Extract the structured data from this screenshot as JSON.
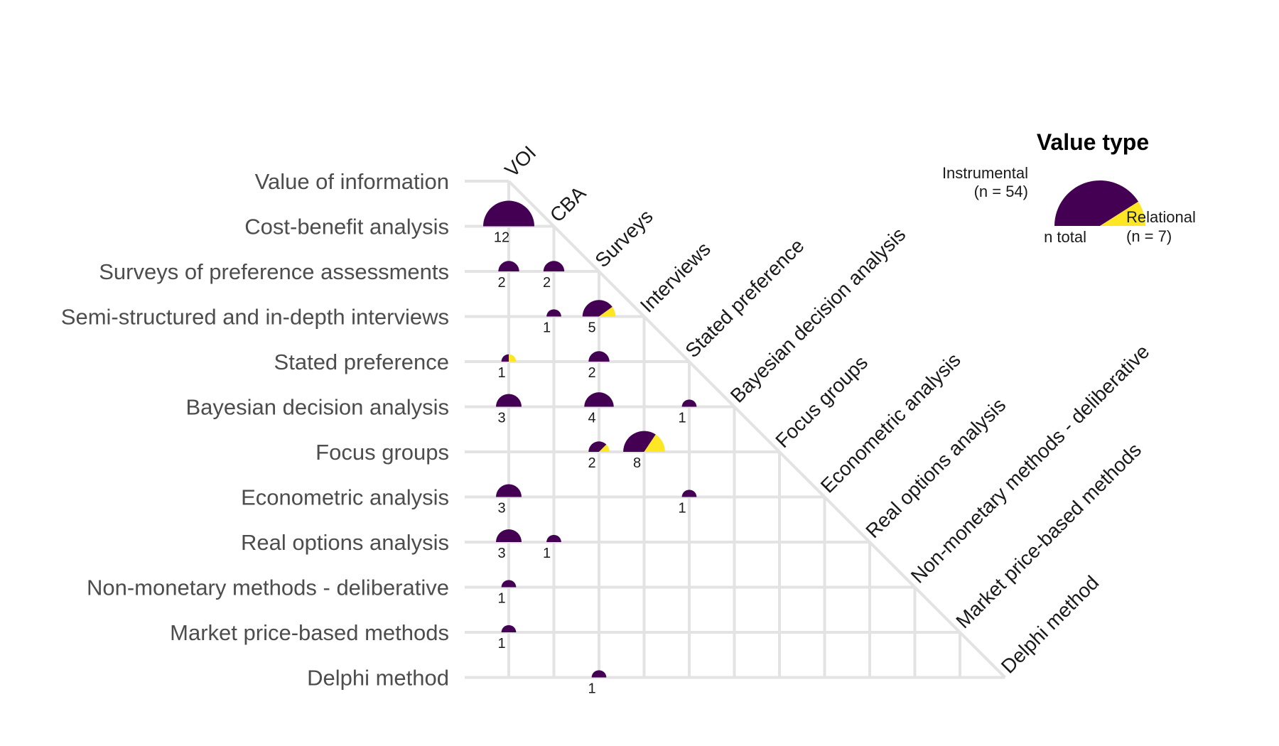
{
  "chart_data": {
    "type": "pie",
    "subtype": "lower-triangle co-occurrence matrix of half-pie glyphs",
    "rows": [
      "Value of information",
      "Cost-benefit analysis",
      "Surveys of preference assessments",
      "Semi-structured and in-depth interviews",
      "Stated preference",
      "Bayesian decision analysis",
      "Focus groups",
      "Econometric analysis",
      "Real options analysis",
      "Non-monetary methods - deliberative",
      "Market price-based methods",
      "Delphi method"
    ],
    "columns": [
      "VOI",
      "CBA",
      "Surveys",
      "Interviews",
      "Stated preference",
      "Bayesian decision analysis",
      "Focus groups",
      "Econometric analysis",
      "Real options analysis",
      "Non-monetary methods - deliberative",
      "Market price-based methods",
      "Delphi method"
    ],
    "cells": [
      {
        "row": 1,
        "col": 0,
        "total": 12,
        "instrumental": 12,
        "relational": 0
      },
      {
        "row": 2,
        "col": 0,
        "total": 2,
        "instrumental": 2,
        "relational": 0
      },
      {
        "row": 2,
        "col": 1,
        "total": 2,
        "instrumental": 2,
        "relational": 0
      },
      {
        "row": 3,
        "col": 1,
        "total": 1,
        "instrumental": 1,
        "relational": 0
      },
      {
        "row": 3,
        "col": 2,
        "total": 5,
        "instrumental": 4,
        "relational": 1
      },
      {
        "row": 4,
        "col": 0,
        "total": 1,
        "instrumental": 0.5,
        "relational": 0.5
      },
      {
        "row": 4,
        "col": 2,
        "total": 2,
        "instrumental": 2,
        "relational": 0
      },
      {
        "row": 5,
        "col": 0,
        "total": 3,
        "instrumental": 3,
        "relational": 0
      },
      {
        "row": 5,
        "col": 2,
        "total": 4,
        "instrumental": 4,
        "relational": 0
      },
      {
        "row": 5,
        "col": 4,
        "total": 1,
        "instrumental": 1,
        "relational": 0
      },
      {
        "row": 6,
        "col": 2,
        "total": 2,
        "instrumental": 1.5,
        "relational": 0.5
      },
      {
        "row": 6,
        "col": 3,
        "total": 8,
        "instrumental": 5.5,
        "relational": 2.5
      },
      {
        "row": 7,
        "col": 0,
        "total": 3,
        "instrumental": 3,
        "relational": 0
      },
      {
        "row": 7,
        "col": 4,
        "total": 1,
        "instrumental": 1,
        "relational": 0
      },
      {
        "row": 8,
        "col": 0,
        "total": 3,
        "instrumental": 3,
        "relational": 0
      },
      {
        "row": 8,
        "col": 1,
        "total": 1,
        "instrumental": 1,
        "relational": 0
      },
      {
        "row": 9,
        "col": 0,
        "total": 1,
        "instrumental": 1,
        "relational": 0
      },
      {
        "row": 10,
        "col": 0,
        "total": 1,
        "instrumental": 1,
        "relational": 0
      },
      {
        "row": 11,
        "col": 2,
        "total": 1,
        "instrumental": 1,
        "relational": 0
      }
    ],
    "colors": {
      "instrumental": "#440154",
      "relational": "#FDE725",
      "grid": "#e3e3e3"
    },
    "legend": {
      "title": "Value type",
      "instrumental_label_1": "Instrumental",
      "instrumental_label_2": "(n = 54)",
      "relational_label_1": "Relational",
      "relational_label_2": "(n = 7)",
      "total_label": "n total",
      "placement": "top-right",
      "example_instrumental_share": 0.82
    },
    "grid": true
  }
}
